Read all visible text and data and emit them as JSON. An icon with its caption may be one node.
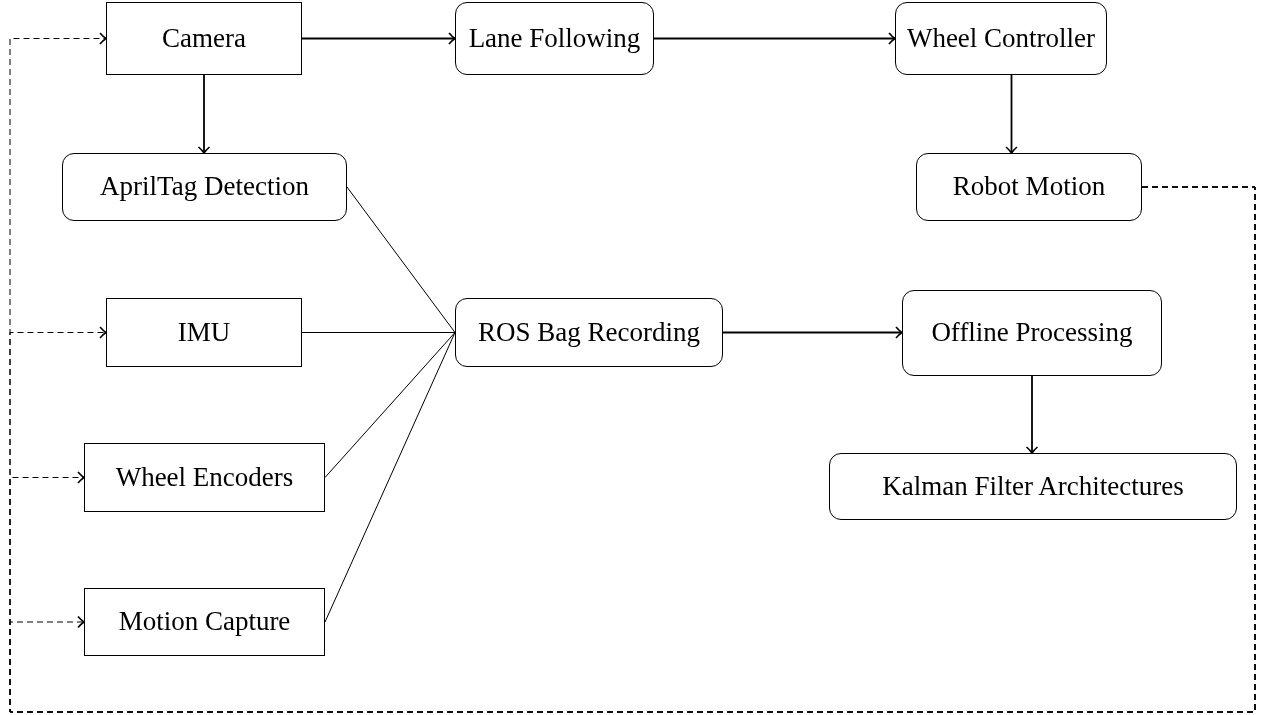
{
  "diagram": {
    "nodes": [
      {
        "text": [
          "Camera"
        ]
      },
      {
        "text": [
          "Lane Following"
        ]
      },
      {
        "text": [
          "Wheel Controller"
        ]
      },
      {
        "text": [
          "AprilTag Detection"
        ]
      },
      {
        "text": [
          "Robot Motion"
        ]
      },
      {
        "text": [
          "IMU"
        ]
      },
      {
        "text": [
          "ROS Bag Recording"
        ]
      },
      {
        "text": [
          "Offline Processing"
        ]
      },
      {
        "text": [
          "Wheel Encoders"
        ]
      },
      {
        "text": [
          "Kalman Filter Architectures"
        ]
      },
      {
        "text": [
          "Motion Capture"
        ]
      }
    ],
    "edges": [
      {
        "from": 0,
        "to": 1,
        "arrow": "to"
      },
      {
        "from": 1,
        "to": 2,
        "arrow": "to"
      },
      {
        "from": 2,
        "to": 4,
        "arrow": "to"
      },
      {
        "from": 0,
        "to": 3,
        "arrow": "to"
      },
      {
        "from": 3,
        "to": 6,
        "arrow": "none"
      },
      {
        "from": 5,
        "to": 6,
        "arrow": "none"
      },
      {
        "from": 8,
        "to": 6,
        "arrow": "none"
      },
      {
        "from": 10,
        "to": 6,
        "arrow": "none"
      },
      {
        "from": 6,
        "to": 7,
        "arrow": "to"
      },
      {
        "from": 7,
        "to": 9,
        "arrow": "to"
      },
      {
        "from": 4,
        "to": 0,
        "arrow": "to",
        "style": "dashed"
      },
      {
        "from": 4,
        "to": 5,
        "arrow": "to",
        "style": "dashed"
      },
      {
        "from": 4,
        "to": 8,
        "arrow": "to",
        "style": "dashed"
      },
      {
        "from": 4,
        "to": 10,
        "arrow": "to",
        "style": "dashed"
      }
    ]
  }
}
